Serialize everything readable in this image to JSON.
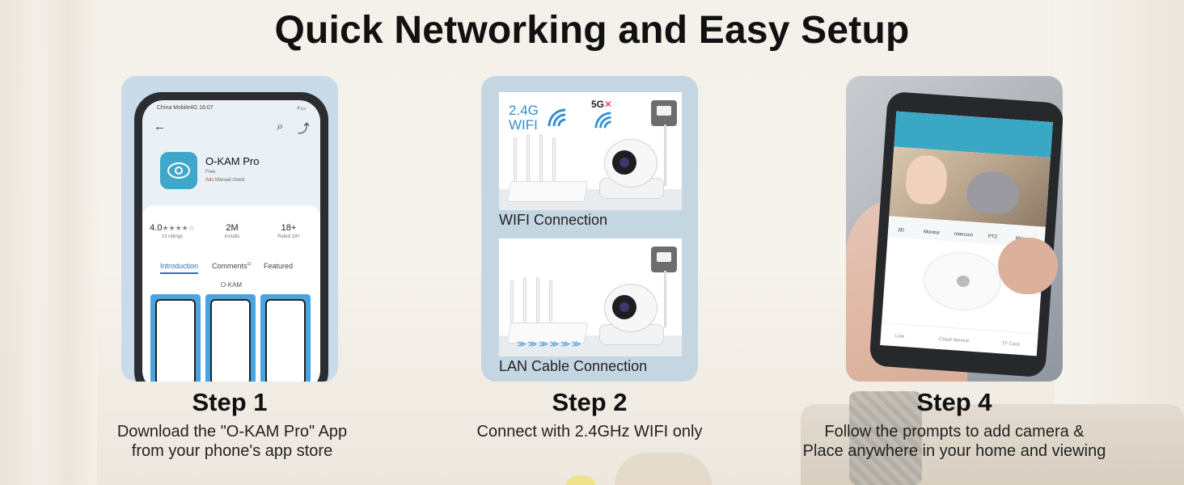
{
  "title": "Quick Networking and Easy Setup",
  "steps": [
    {
      "title": "Step 1",
      "desc_line1": "Download the \"O-KAM Pro\" App",
      "desc_line2": "from your phone's app store"
    },
    {
      "title": "Step 2",
      "desc_line1": "Connect with 2.4GHz WIFI only"
    },
    {
      "title": "Step 4",
      "desc_line1": "Follow the prompts to add camera &",
      "desc_line2": "Place anywhere in your home and viewing"
    }
  ],
  "appstore": {
    "carrier": "China Mobile4G 16:07",
    "app_name": "O-KAM Pro",
    "price": "Free",
    "ads": "Ads",
    "check": "Manual check",
    "rating": "4.0",
    "ratings_count": "13 ratings",
    "installs": "2M",
    "installs_label": "Installs",
    "age": "18+",
    "age_label": "Rated 18+",
    "tabs": [
      "Introduction",
      "Comments",
      "Featured"
    ],
    "comments_count": "11",
    "developer": "O-KAM"
  },
  "wifi": {
    "band_24": "2.4G",
    "band_24_label": "WIFI",
    "band_5": "5G",
    "band_5_mark": "✕",
    "wifi_caption": "WIFI Connection",
    "lan_caption": "LAN Cable Connection"
  },
  "camapp": {
    "tools": [
      "3D",
      "Monitor",
      "Intercom",
      "PTZ",
      "More"
    ],
    "footer": [
      "Live",
      "Cloud Service",
      "TF Card"
    ]
  },
  "colors": {
    "accent_blue": "#2f8fd6",
    "card_bg": "#c9dbe8",
    "app_teal": "#3fa7c9"
  }
}
